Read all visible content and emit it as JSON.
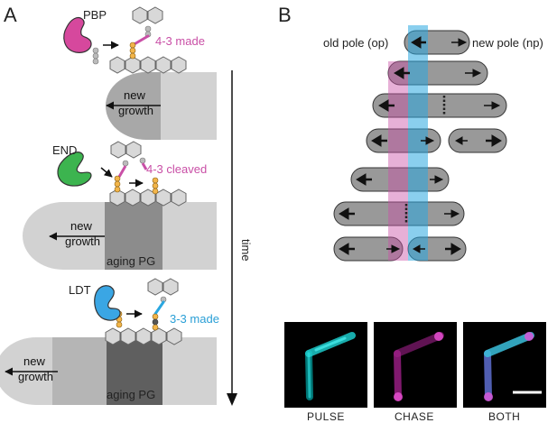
{
  "panel_a": {
    "label": "A",
    "time_label": "time",
    "stage1": {
      "enzyme": "PBP",
      "result": "4-3 made",
      "growth_line1": "new",
      "growth_line2": "growth"
    },
    "stage2": {
      "enzyme": "END",
      "result": "4-3 cleaved",
      "growth_line1": "new",
      "growth_line2": "growth",
      "aging": "aging PG"
    },
    "stage3": {
      "enzyme": "LDT",
      "result": "3-3 made",
      "growth_line1": "new",
      "growth_line2": "growth",
      "aging": "aging PG"
    }
  },
  "panel_b": {
    "label": "B",
    "old_pole": "old pole (op)",
    "new_pole": "new pole (np)",
    "micrographs": [
      "PULSE",
      "CHASE",
      "BOTH"
    ]
  },
  "colors": {
    "magenta": "#c94fa6",
    "cyan": "#2aa7e0",
    "orange": "#f2b54a",
    "gray_cell": "#9a9a9a",
    "light_gray": "#cdcdcd",
    "hexagon": "#d3d3d3"
  }
}
